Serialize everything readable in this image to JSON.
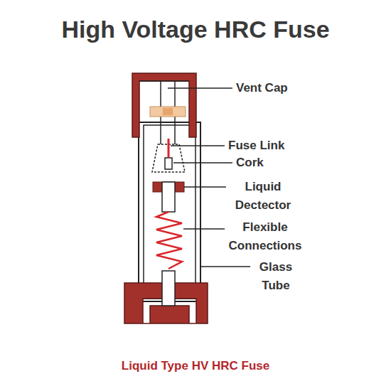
{
  "diagram": {
    "title": "High Voltage HRC Fuse",
    "caption": "Liquid Type HV HRC Fuse",
    "labels": [
      "Vent Cap",
      "Fuse Link",
      "Cork",
      "Liquid Dectector",
      "Flexible Connections",
      "Glass Tube"
    ]
  }
}
